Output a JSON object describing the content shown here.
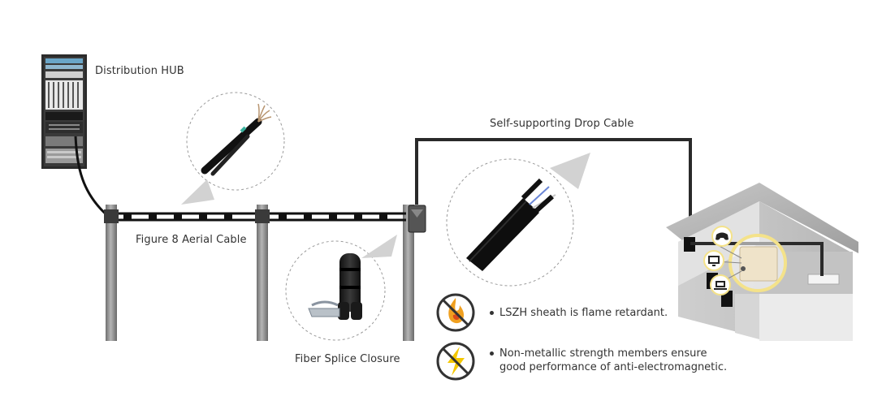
{
  "labels": {
    "distribution_hub": "Distribution HUB",
    "figure8_cable": "Figure 8 Aerial Cable",
    "drop_cable": "Self-supporting Drop Cable",
    "splice_closure": "Fiber Splice Closure"
  },
  "features": [
    {
      "icon": "flame-icon",
      "text": "LSZH sheath is flame retardant."
    },
    {
      "icon": "lightning-icon",
      "text": "Non-metallic strength members ensure good performance of anti-electromagnetic."
    }
  ],
  "device_icons": [
    "gamepad-icon",
    "tv-icon",
    "laptop-icon"
  ],
  "colors": {
    "cable": "#1e1e1e",
    "pole": "#8a8a8a",
    "house": "#d0d0d0",
    "flame": "#f0a020",
    "lightning": "#f5c800",
    "forbid_ring": "#333333"
  }
}
